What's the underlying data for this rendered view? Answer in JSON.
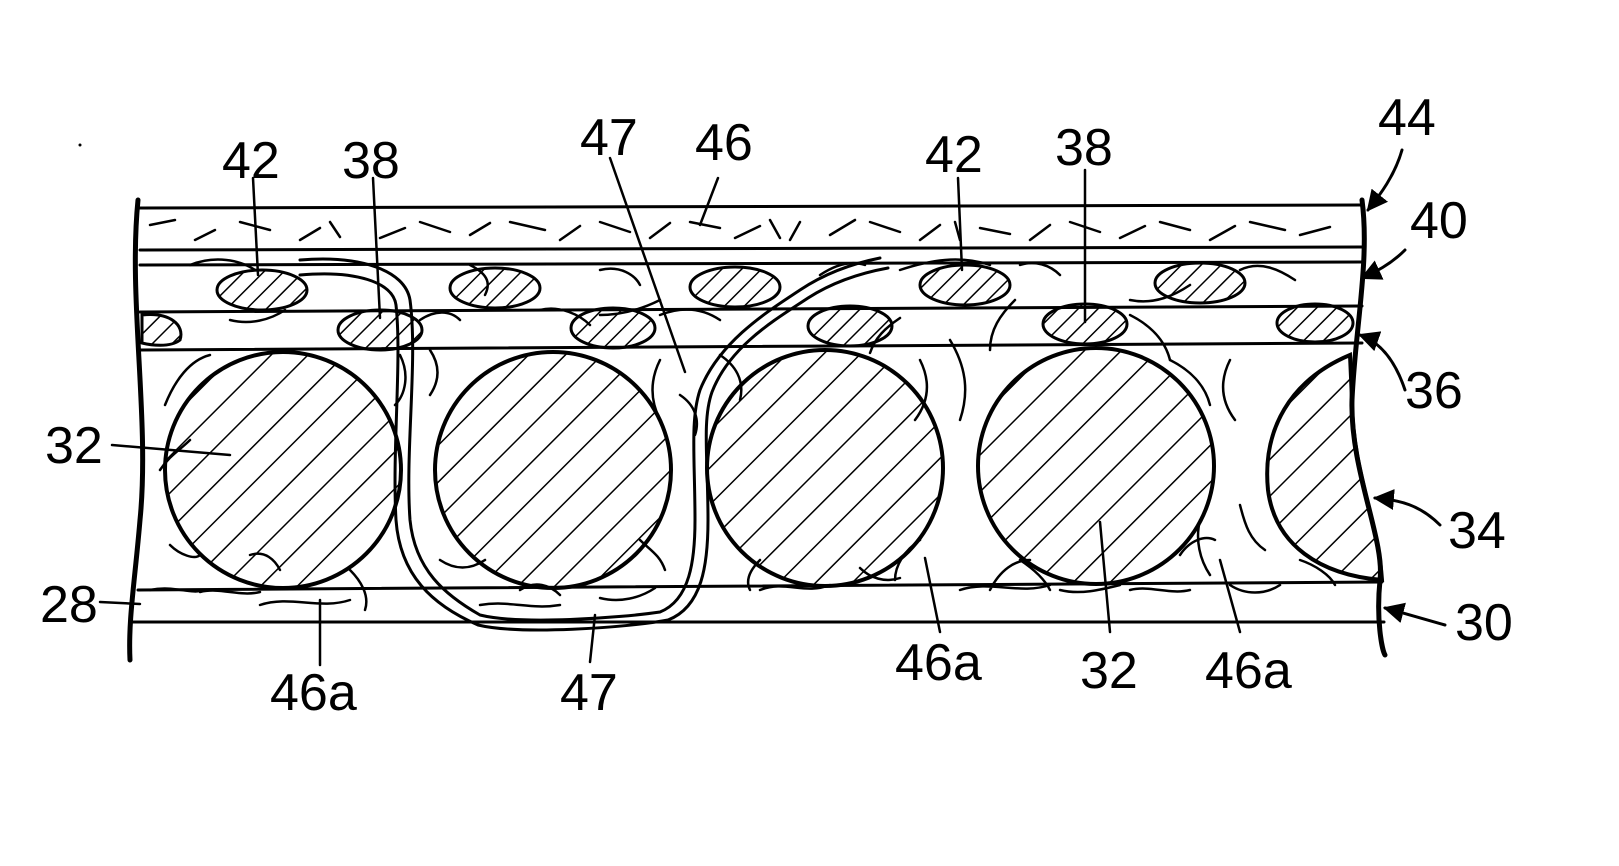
{
  "figure": {
    "colors": {
      "ink": "#000000",
      "paper": "#ffffff"
    },
    "labels": [
      {
        "id": "l42a",
        "text": "42"
      },
      {
        "id": "l38a",
        "text": "38"
      },
      {
        "id": "l47a",
        "text": "47"
      },
      {
        "id": "l46",
        "text": "46"
      },
      {
        "id": "l42b",
        "text": "42"
      },
      {
        "id": "l38b",
        "text": "38"
      },
      {
        "id": "l44",
        "text": "44"
      },
      {
        "id": "l40",
        "text": "40"
      },
      {
        "id": "l36",
        "text": "36"
      },
      {
        "id": "l32a",
        "text": "32"
      },
      {
        "id": "l34",
        "text": "34"
      },
      {
        "id": "l28",
        "text": "28"
      },
      {
        "id": "l30",
        "text": "30"
      },
      {
        "id": "l46aA",
        "text": "46a"
      },
      {
        "id": "l47b",
        "text": "47"
      },
      {
        "id": "l46aB",
        "text": "46a"
      },
      {
        "id": "l32b",
        "text": "32"
      },
      {
        "id": "l46aC",
        "text": "46a"
      }
    ]
  }
}
